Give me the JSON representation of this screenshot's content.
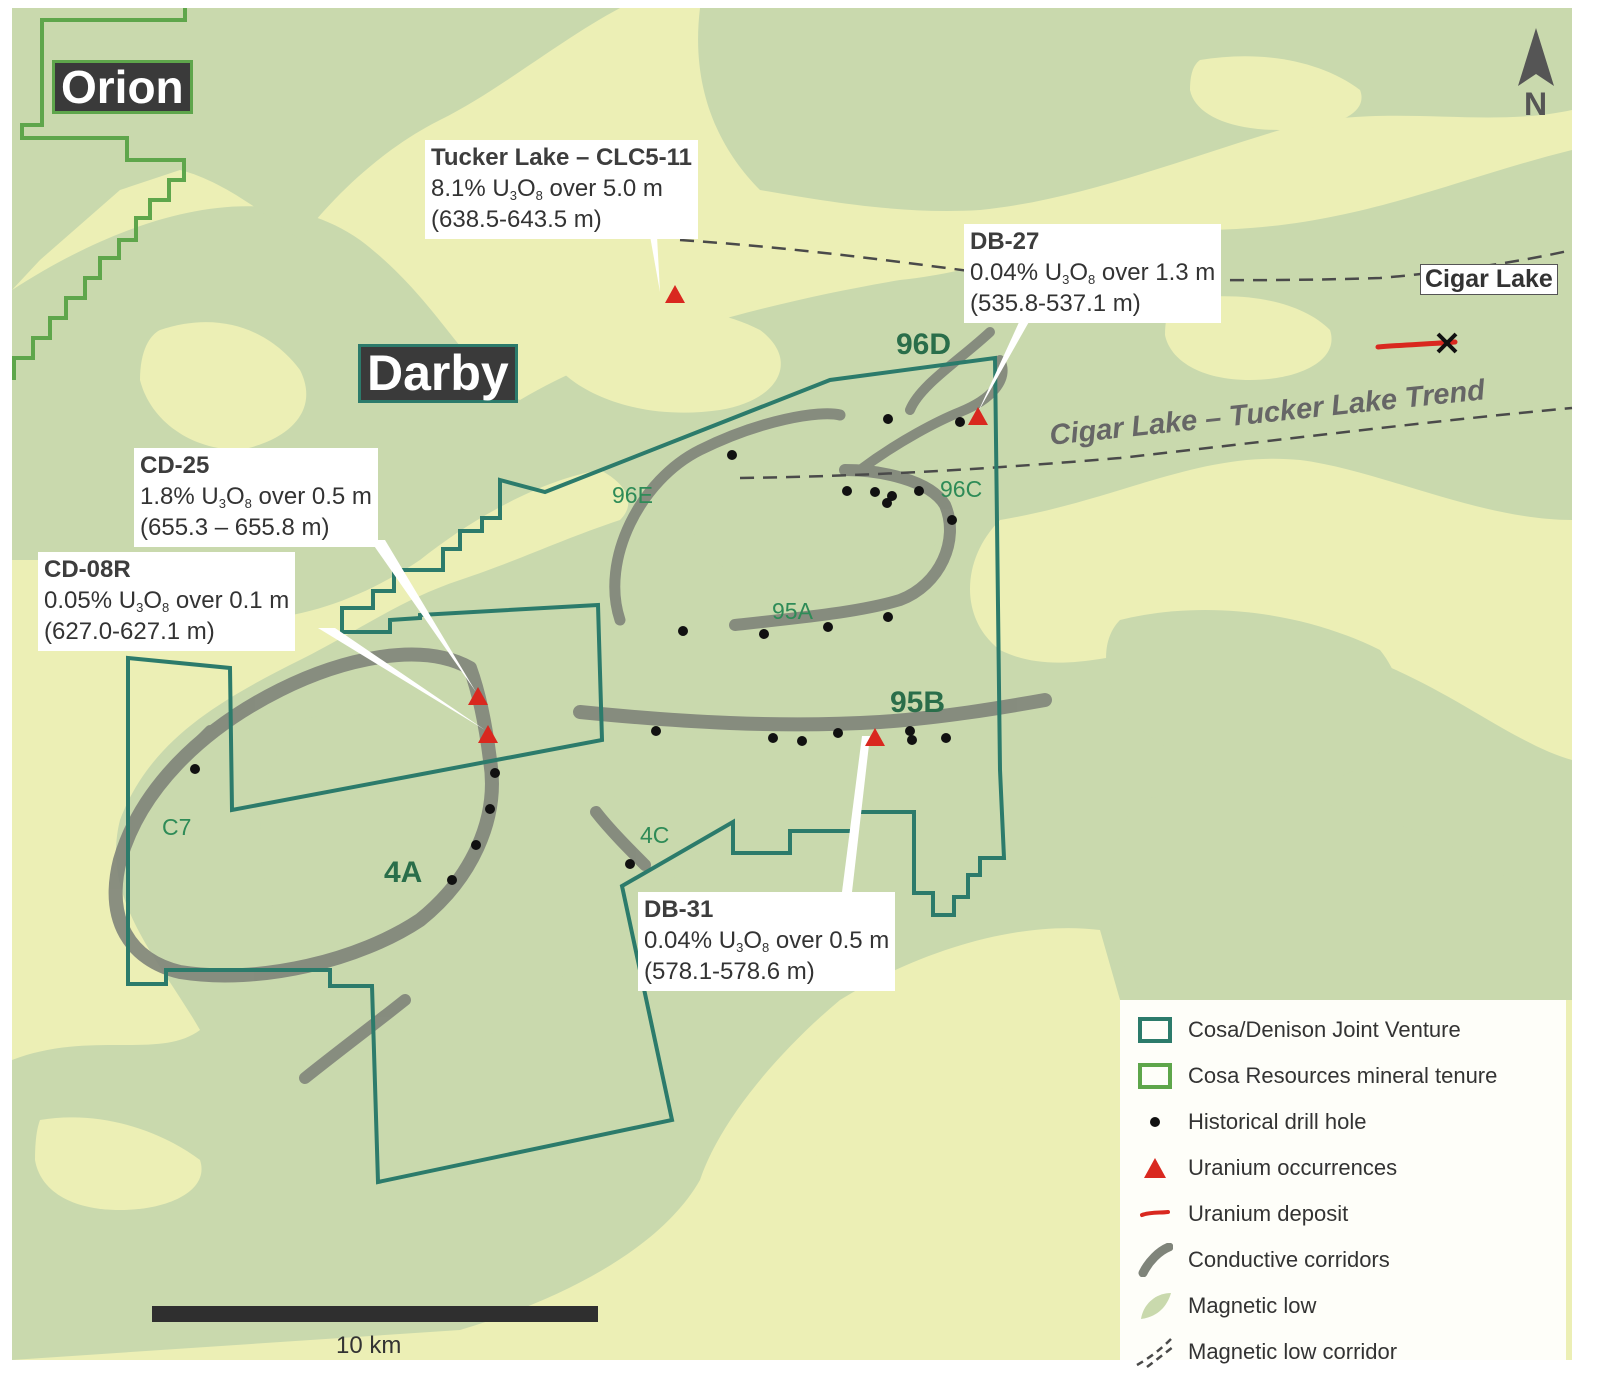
{
  "colors": {
    "background": "#ecefb5",
    "magnetic_low": "#c9d9ad",
    "corridor": "#7f847a",
    "jv_boundary": "#2c7b6b",
    "cosa_tenure": "#5ea64b",
    "occurrence": "#d9281f",
    "deposit": "#d9281f"
  },
  "labels": {
    "orion": "Orion",
    "darby": "Darby",
    "cigar_lake": "Cigar Lake",
    "trend": "Cigar Lake – Tucker Lake Trend",
    "north": "N",
    "scale": "10 km"
  },
  "targets": {
    "96D": "96D",
    "96E": "96E",
    "96C": "96C",
    "95A": "95A",
    "95B": "95B",
    "4A": "4A",
    "4C": "4C",
    "C7": "C7"
  },
  "callouts": {
    "tucker": {
      "title": "Tucker Lake – CLC5-11",
      "grade": "8.1%",
      "u": "U",
      "s3": "3",
      "o": "O",
      "s8": "8",
      "over": " over 5.0 m",
      "interval": "(638.5-643.5 m)"
    },
    "db27": {
      "title": "DB-27",
      "grade": "0.04%",
      "u": "U",
      "s3": "3",
      "o": "O",
      "s8": "8",
      "over": " over 1.3 m",
      "interval": "(535.8-537.1 m)"
    },
    "cd25": {
      "title": "CD-25",
      "grade": "1.8%",
      "u": "U",
      "s3": "3",
      "o": "O",
      "s8": "8",
      "over": " over 0.5 m",
      "interval": "(655.3 – 655.8 m)"
    },
    "cd08r": {
      "title": "CD-08R",
      "grade": "0.05%",
      "u": "U",
      "s3": "3",
      "o": "O",
      "s8": "8",
      "over": " over 0.1 m",
      "interval": "(627.0-627.1 m)"
    },
    "db31": {
      "title": "DB-31",
      "grade": "0.04%",
      "u": "U",
      "s3": "3",
      "o": "O",
      "s8": "8",
      "over": " over 0.5 m",
      "interval": "(578.1-578.6 m)"
    }
  },
  "legend": [
    {
      "label": "Cosa/Denison Joint Venture",
      "icon": "jv-box-icon"
    },
    {
      "label": "Cosa Resources mineral tenure",
      "icon": "tenure-box-icon"
    },
    {
      "label": "Historical drill hole",
      "icon": "dot-icon"
    },
    {
      "label": "Uranium occurrences",
      "icon": "triangle-icon"
    },
    {
      "label": "Uranium deposit",
      "icon": "deposit-icon"
    },
    {
      "label": "Conductive corridors",
      "icon": "corridor-icon"
    },
    {
      "label": "Magnetic low",
      "icon": "magnetic-low-icon"
    },
    {
      "label": "Magnetic low corridor",
      "icon": "dashed-line-icon"
    }
  ]
}
